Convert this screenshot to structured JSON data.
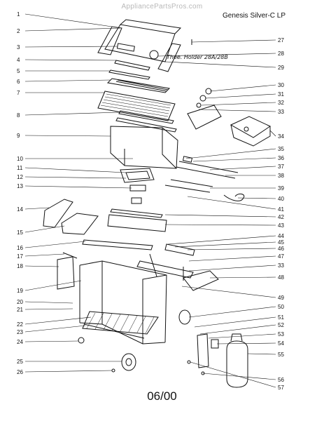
{
  "watermark": "AppliancePartsPros.com",
  "model": "Genesis Silver-C LP",
  "date_code": "06/00",
  "note": "Thee. Holder 28A/28B",
  "left_labels": [
    "1",
    "2",
    "3",
    "4",
    "5",
    "6",
    "7",
    "8",
    "9",
    "10",
    "11",
    "12",
    "13",
    "14",
    "15",
    "16",
    "17",
    "18",
    "19",
    "20",
    "21",
    "22",
    "23",
    "24",
    "25",
    "26"
  ],
  "right_labels": [
    "27",
    "28",
    "29",
    "30",
    "31",
    "32",
    "33",
    "34",
    "35",
    "36",
    "37",
    "38",
    "39",
    "40",
    "41",
    "42",
    "43",
    "44",
    "45",
    "46",
    "47",
    "33",
    "48",
    "49",
    "50",
    "51",
    "52",
    "53",
    "54",
    "55",
    "56",
    "57"
  ],
  "colors": {
    "ink": "#111111",
    "watermark": "#b8b8b8",
    "background": "#ffffff"
  }
}
